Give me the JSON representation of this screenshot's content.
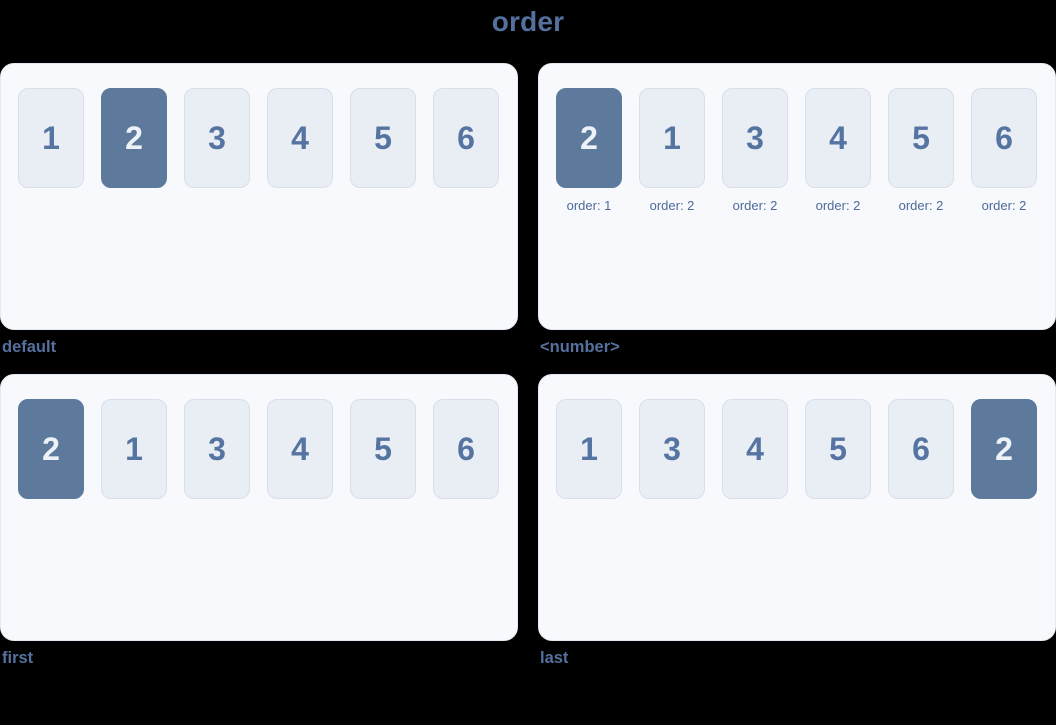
{
  "title": "order",
  "colors": {
    "page_bg": "#000000",
    "title": "#54719e",
    "panel_bg": "#f7f9fc",
    "panel_border": "#e4eaf3",
    "card_bg": "#e9edf4",
    "card_border": "#d8dfeb",
    "card_text": "#5574a2",
    "highlight_bg": "#5d7a9d",
    "highlight_text": "#edf2f8",
    "caption": "#54719e",
    "order_label": "#4e6b99"
  },
  "panels": [
    {
      "caption": "default",
      "items": [
        {
          "value": "1",
          "highlighted": false
        },
        {
          "value": "2",
          "highlighted": true
        },
        {
          "value": "3",
          "highlighted": false
        },
        {
          "value": "4",
          "highlighted": false
        },
        {
          "value": "5",
          "highlighted": false
        },
        {
          "value": "6",
          "highlighted": false
        }
      ]
    },
    {
      "caption": "<number>",
      "items": [
        {
          "value": "2",
          "highlighted": true,
          "label": "order: 1"
        },
        {
          "value": "1",
          "highlighted": false,
          "label": "order: 2"
        },
        {
          "value": "3",
          "highlighted": false,
          "label": "order: 2"
        },
        {
          "value": "4",
          "highlighted": false,
          "label": "order: 2"
        },
        {
          "value": "5",
          "highlighted": false,
          "label": "order: 2"
        },
        {
          "value": "6",
          "highlighted": false,
          "label": "order: 2"
        }
      ]
    },
    {
      "caption": "first",
      "items": [
        {
          "value": "2",
          "highlighted": true
        },
        {
          "value": "1",
          "highlighted": false
        },
        {
          "value": "3",
          "highlighted": false
        },
        {
          "value": "4",
          "highlighted": false
        },
        {
          "value": "5",
          "highlighted": false
        },
        {
          "value": "6",
          "highlighted": false
        }
      ]
    },
    {
      "caption": "last",
      "items": [
        {
          "value": "1",
          "highlighted": false
        },
        {
          "value": "3",
          "highlighted": false
        },
        {
          "value": "4",
          "highlighted": false
        },
        {
          "value": "5",
          "highlighted": false
        },
        {
          "value": "6",
          "highlighted": false
        },
        {
          "value": "2",
          "highlighted": true
        }
      ]
    }
  ]
}
